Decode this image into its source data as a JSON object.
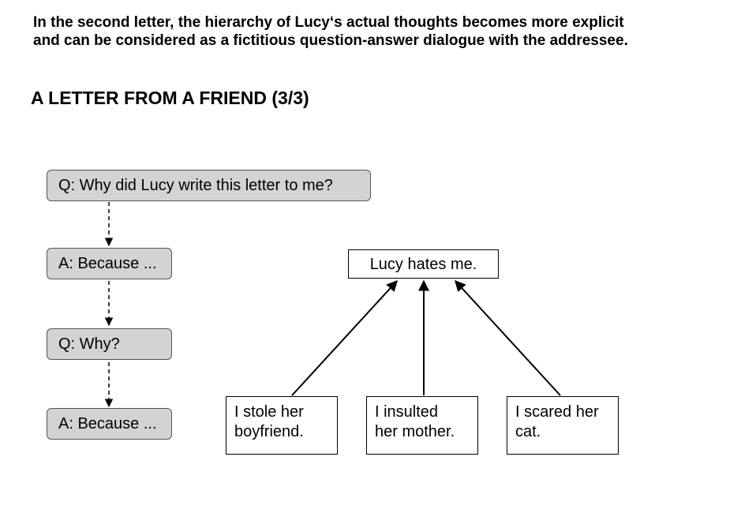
{
  "intro": {
    "line1": "In the second letter, the hierarchy of Lucy‘s actual thoughts becomes more explicit",
    "line2": "and can be considered as a fictitious question-answer dialogue with the addressee."
  },
  "heading": "A LETTER FROM A FRIEND (3/3)",
  "chain": [
    {
      "label": "Q: Why did Lucy write this letter to me?"
    },
    {
      "label": "A: Because ..."
    },
    {
      "label": "Q: Why?"
    },
    {
      "label": "A: Because ..."
    }
  ],
  "tree": {
    "root": "Lucy hates me.",
    "leaves": [
      {
        "line1": "I stole her",
        "line2": "boyfriend."
      },
      {
        "line1": "I insulted",
        "line2": "her mother."
      },
      {
        "line1": "I scared her",
        "line2": "cat."
      }
    ]
  },
  "colors": {
    "qa_fill": "#d3d3d3",
    "qa_border": "#555555",
    "line": "#000000"
  }
}
